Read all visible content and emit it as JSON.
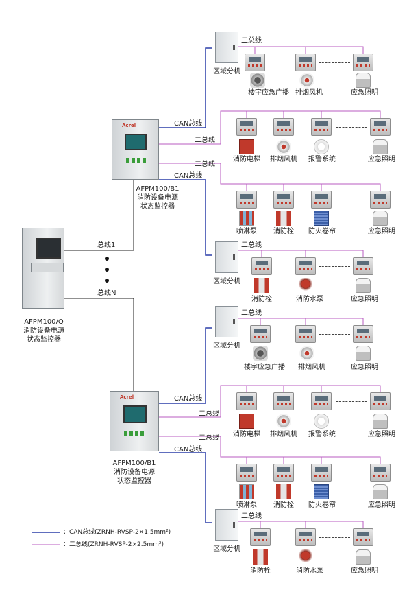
{
  "colors": {
    "can_bus": "#2b3ea8",
    "two_bus": "#b95bc2",
    "trunk": "#222222"
  },
  "labels": {
    "two_bus": "二总线",
    "can_bus": "CAN总线",
    "zone": "区域分机",
    "bus1": "总线1",
    "busN": "总线N",
    "monitor_model": "AFPM100/B1",
    "monitor_name1": "消防设备电源",
    "monitor_name2": "状态监控器",
    "main_model": "AFPM100/Q",
    "main_name1": "消防设备电源",
    "main_name2": "状态监控器",
    "logo": "Acrel"
  },
  "equipment": {
    "broadcast": "楼宇应急广播",
    "smoke_fan": "排烟风机",
    "emergency_light": "应急照明",
    "fire_elevator": "消防电梯",
    "alarm_system": "报警系统",
    "sprinkler_pump": "喷淋泵",
    "hydrant": "消防栓",
    "fire_shutter": "防火卷帘",
    "hydrant_pump": "消防水泵"
  },
  "legend": {
    "can": "：CAN总线(ZRNH-RVSP-2×1.5mm²)",
    "two": "：二总线(ZRNH-RVSP-2×2.5mm²)"
  }
}
